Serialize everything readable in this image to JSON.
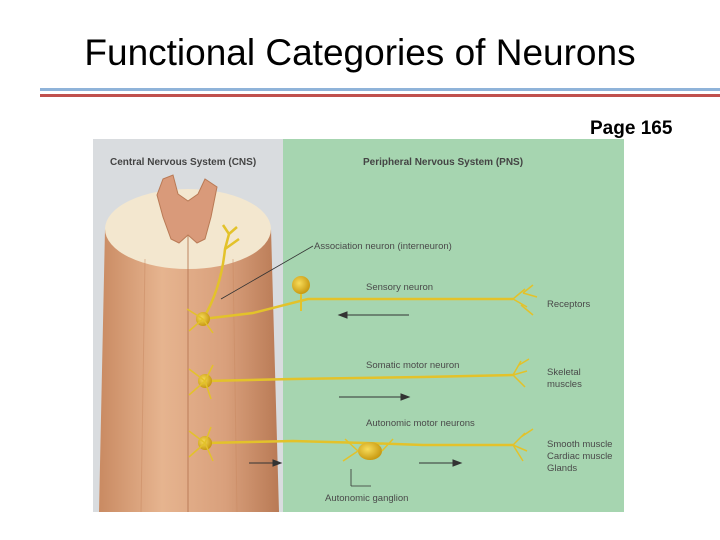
{
  "slide": {
    "title": "Functional Categories of Neurons",
    "page_ref": "Page 165"
  },
  "figure": {
    "cns_header": "Central Nervous System (CNS)",
    "pns_header": "Peripheral Nervous System (PNS)",
    "labels": {
      "association": "Association neuron (interneuron)",
      "sensory": "Sensory neuron",
      "receptors": "Receptors",
      "somatic": "Somatic motor neuron",
      "skeletal_1": "Skeletal",
      "skeletal_2": "muscles",
      "autonomic": "Autonomic motor neurons",
      "smooth": "Smooth muscle",
      "cardiac": "Cardiac muscle",
      "glands": "Glands",
      "ganglion": "Autonomic ganglion"
    },
    "colors": {
      "cns_bg": "#d9dcdf",
      "pns_bg": "#a6d5b0",
      "tissue": "#d9a07c",
      "neuron": "#e3c22a"
    }
  }
}
